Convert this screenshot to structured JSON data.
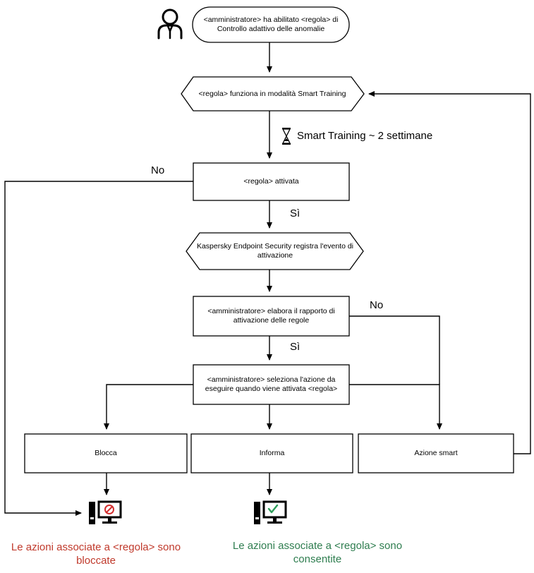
{
  "actor": {
    "icon": "user-icon",
    "text": "<amministratore> ha abilitato <regola> di Controllo adattivo delle anomalie"
  },
  "nodes": {
    "smart_training": "<regola> funziona in modalità Smart Training",
    "activated": "<regola> attivata",
    "logs_event": "Kaspersky Endpoint Security registra l'evento di attivazione",
    "reviews_report": "<amministratore> elabora il rapporto di attivazione delle regole",
    "selects_action": "<amministratore> seleziona l'azione da eseguire quando viene attivata <regola>",
    "block": "Blocca",
    "inform": "Informa",
    "smart_action": "Azione smart"
  },
  "edges": {
    "duration_icon": "hourglass-icon",
    "duration": "Smart Training ~ 2 settimane",
    "no_1": "No",
    "yes_1": "Sì",
    "no_2": "No",
    "yes_2": "Sì"
  },
  "outcomes": {
    "blocked": {
      "icon": "computer-blocked-icon",
      "text": "Le azioni associate a <regola> sono bloccate",
      "color": "#c0392b"
    },
    "allowed": {
      "icon": "computer-allowed-icon",
      "text": "Le azioni associate a <regola> sono consentite",
      "color": "#2e7d4f"
    }
  }
}
